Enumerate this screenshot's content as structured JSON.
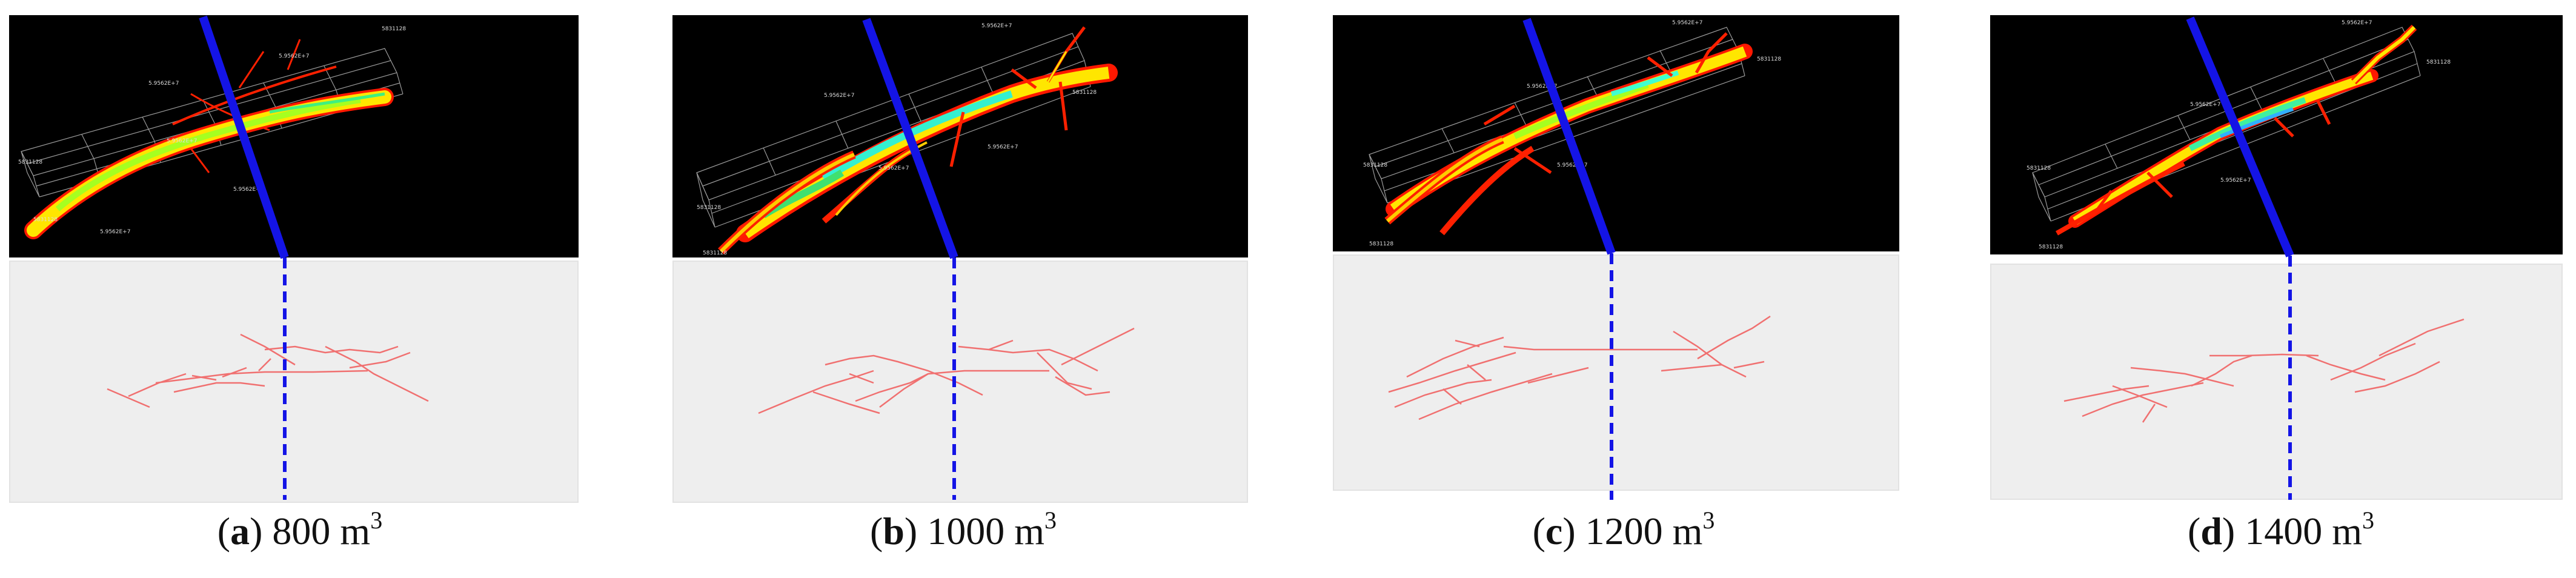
{
  "panels": [
    {
      "id": "a",
      "letter": "a",
      "volume": "800",
      "unit": "m",
      "exp": "3",
      "labels3d": [
        "5.9562E+7",
        "5.9562E+7",
        "5.9562E+7",
        "5.9562E+7",
        "5.9562E+7",
        "5831128",
        "5831128",
        "5831128"
      ]
    },
    {
      "id": "b",
      "letter": "b",
      "volume": "1000",
      "unit": "m",
      "exp": "3",
      "labels3d": [
        "5.9562E+7",
        "5.9562E+7",
        "5.9562E+7",
        "5.9562E+7",
        "5831128",
        "5831128",
        "5831128"
      ]
    },
    {
      "id": "c",
      "letter": "c",
      "volume": "1200",
      "unit": "m",
      "exp": "3",
      "labels3d": [
        "5.9562E+7",
        "5.9562E+7",
        "5.9562E+7",
        "5831128",
        "5831128",
        "5831128"
      ]
    },
    {
      "id": "d",
      "letter": "d",
      "volume": "1400",
      "unit": "m",
      "exp": "3",
      "labels3d": [
        "5.9562E+7",
        "5.9562E+7",
        "5.9562E+7",
        "5831128",
        "5831128",
        "5831128"
      ]
    }
  ],
  "colors": {
    "background3d": "#000000",
    "background2d": "#eeeeee",
    "wellbore": "#1414e6",
    "fracture2d": "#f07070",
    "fracture3d_hot": "#ff2000",
    "fracture3d_mid": "#ffe600",
    "fracture3d_core": "#40ff80",
    "grid": "#bbbbbb"
  }
}
